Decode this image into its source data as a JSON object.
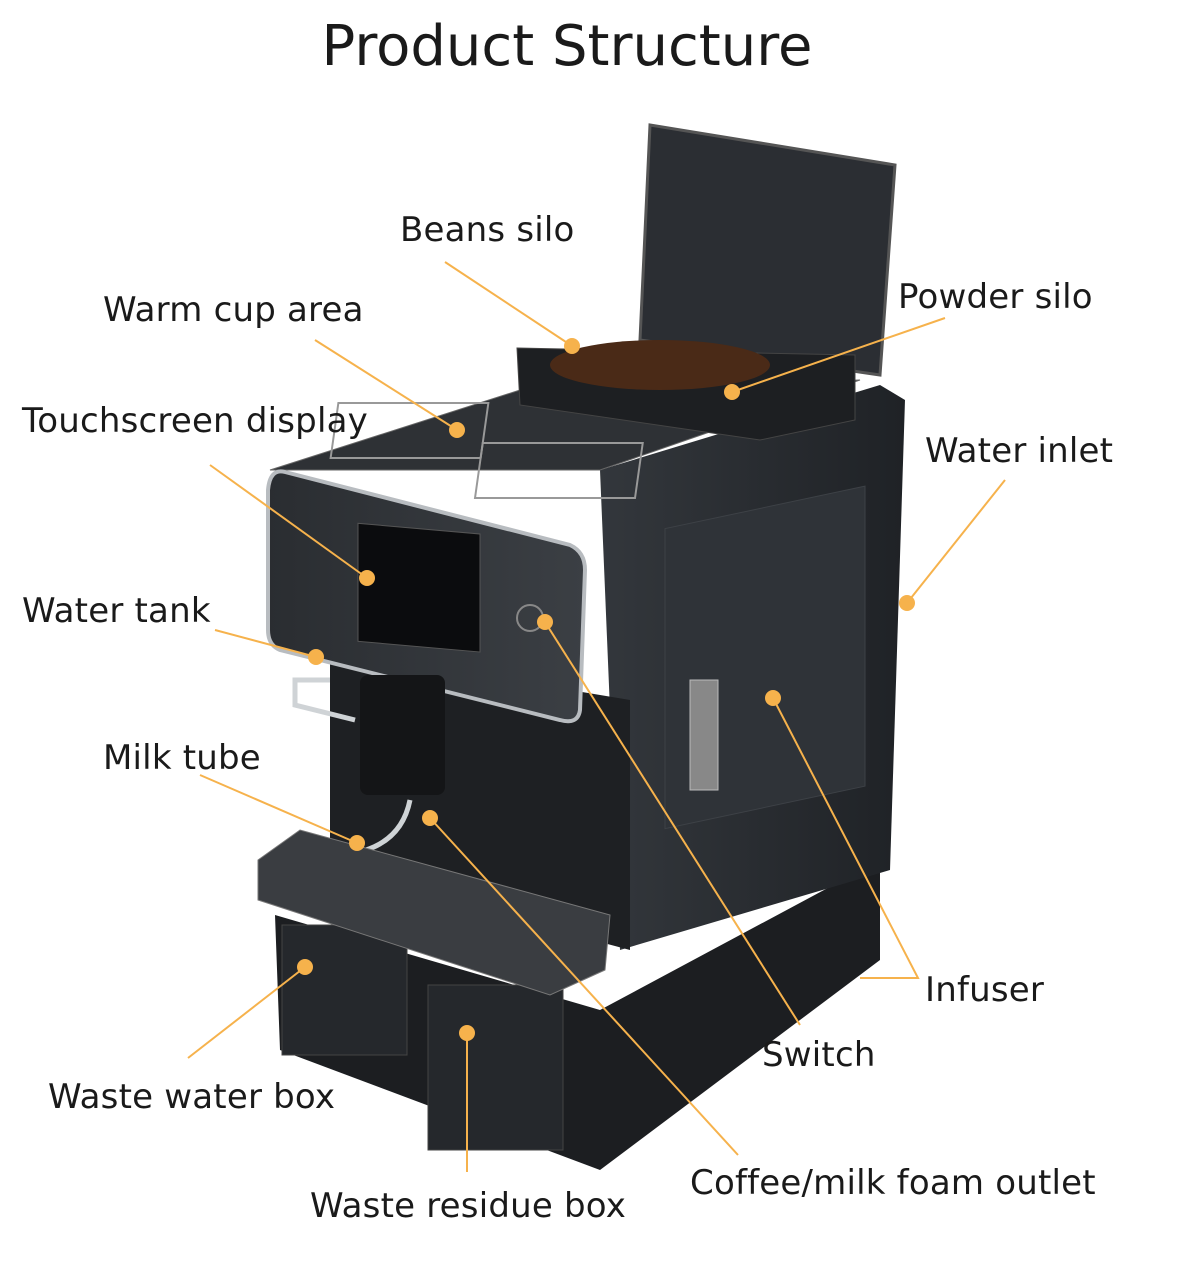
{
  "title": "Product Structure",
  "accent_color": "#f6b24c",
  "labels": {
    "beans_silo": "Beans silo",
    "warm_cup_area": "Warm cup area",
    "powder_silo": "Powder silo",
    "touchscreen_display": "Touchscreen display",
    "water_inlet": "Water inlet",
    "water_tank": "Water tank",
    "milk_tube": "Milk tube",
    "infuser": "Infuser",
    "switch": "Switch",
    "waste_water_box": "Waste water box",
    "waste_residue_box": "Waste residue box",
    "coffee_milk_foam_outlet": "Coffee/milk foam outlet"
  }
}
